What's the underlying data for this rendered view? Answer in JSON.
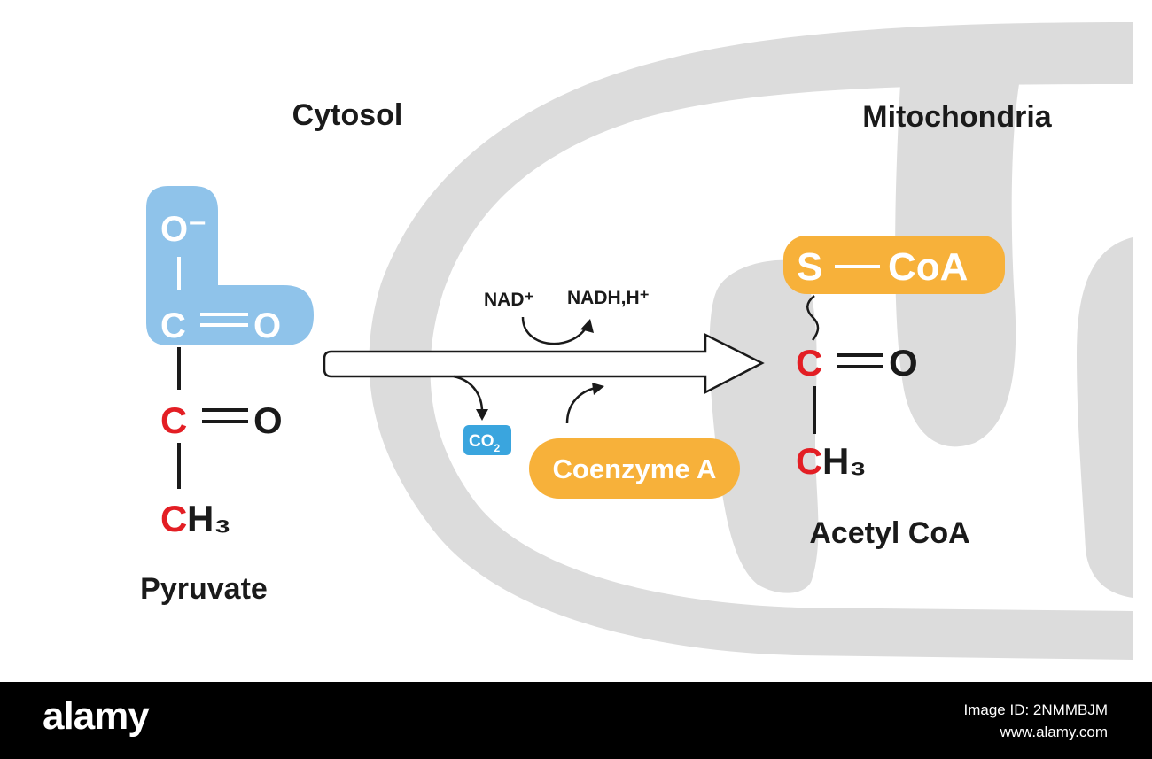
{
  "colors": {
    "mitochondria": "#dcdcdc",
    "carboxyl_highlight": "#8fc3ea",
    "coa_orange": "#f7b13a",
    "co2_blue": "#3aa5de",
    "carbon_red": "#e31e24",
    "text_black": "#1a1a1a"
  },
  "regions": {
    "cytosol": "Cytosol",
    "mitochondria": "Mitochondria"
  },
  "pyruvate": {
    "name": "Pyruvate",
    "o_minus": "O⁻",
    "carboxyl_c": "C",
    "carboxyl_o": "O",
    "keto_c": "C",
    "keto_o": "O",
    "methyl_c": "C",
    "methyl_h": "H₃"
  },
  "reaction": {
    "nad": "NAD⁺",
    "nadh": "NADH,H⁺",
    "co2": "CO",
    "co2_sub": "2",
    "coenzyme_a": "Coenzyme A"
  },
  "acetyl_coa": {
    "name": "Acetyl CoA",
    "s": "S",
    "coa": "CoA",
    "carbonyl_c": "C",
    "carbonyl_o": "O",
    "methyl_c": "C",
    "methyl_h": "H₃"
  },
  "footer": {
    "logo": "alamy",
    "image_id": "Image ID: 2NMMBJM",
    "site": "www.alamy.com"
  }
}
